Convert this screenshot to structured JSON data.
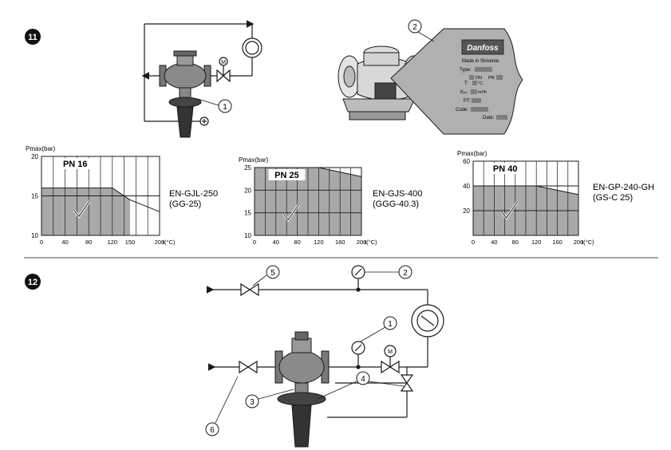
{
  "sections": {
    "s11": {
      "badge": "11"
    },
    "s12": {
      "badge": "12"
    }
  },
  "callouts": {
    "s11_valve": "1",
    "s11_label_plate": "2",
    "s12_pressure_gauge_low": "1",
    "s12_pressure_gauge_high": "2",
    "s12_impulse_upstream": "3",
    "s12_impulse_downstream": "4",
    "s12_shutoff_inlet": "5",
    "s12_shutoff_outlet": "6"
  },
  "motor_label": "M",
  "nameplate": {
    "made_in": "Made in Slovenia",
    "type": "Type:",
    "dn": "DN",
    "pn": "PN",
    "t": "T:",
    "t_unit": "°C",
    "kvs": "Kᵥₛ:",
    "kvs_unit": "m³/h",
    "pt": "PT:",
    "code": "Code:",
    "date": "Date:"
  },
  "chart_data": [
    {
      "type": "area",
      "title": "PN 16",
      "material": [
        "EN-GJL-250",
        "(GG-25)"
      ],
      "xlabel": "t(°C)",
      "ylabel": "Pmax(bar)",
      "x_ticks": [
        0,
        40,
        80,
        120,
        150,
        200
      ],
      "y_ticks": [
        10,
        15,
        20
      ],
      "xlim": [
        0,
        200
      ],
      "ylim": [
        10,
        20
      ],
      "x": [
        0,
        120,
        150,
        200
      ],
      "y": [
        16,
        16,
        14.5,
        13
      ]
    },
    {
      "type": "area",
      "title": "PN 25",
      "material": [
        "EN-GJS-400",
        "(GGG-40.3)"
      ],
      "xlabel": "t(°C)",
      "ylabel": "Pmax(bar)",
      "x_ticks": [
        0,
        40,
        80,
        120,
        160,
        200
      ],
      "y_ticks": [
        10,
        15,
        20,
        25
      ],
      "xlim": [
        0,
        200
      ],
      "ylim": [
        10,
        25
      ],
      "x": [
        0,
        120,
        200
      ],
      "y": [
        25,
        25,
        23
      ]
    },
    {
      "type": "area",
      "title": "PN 40",
      "material": [
        "EN-GP-240-GH",
        "(GS-C 25)"
      ],
      "xlabel": "t(°C)",
      "ylabel": "Pmax(bar)",
      "x_ticks": [
        0,
        40,
        80,
        120,
        160,
        200
      ],
      "y_ticks": [
        20,
        40,
        60
      ],
      "xlim": [
        0,
        200
      ],
      "ylim": [
        0,
        60
      ],
      "x": [
        0,
        120,
        200
      ],
      "y": [
        40,
        40,
        33
      ]
    }
  ],
  "colors": {
    "line": "#1a1a1a",
    "fill_gray": "#a9a9a9",
    "nameplate_bg": "#b0b0b0",
    "nameplate_field": "#7d7d7d"
  }
}
